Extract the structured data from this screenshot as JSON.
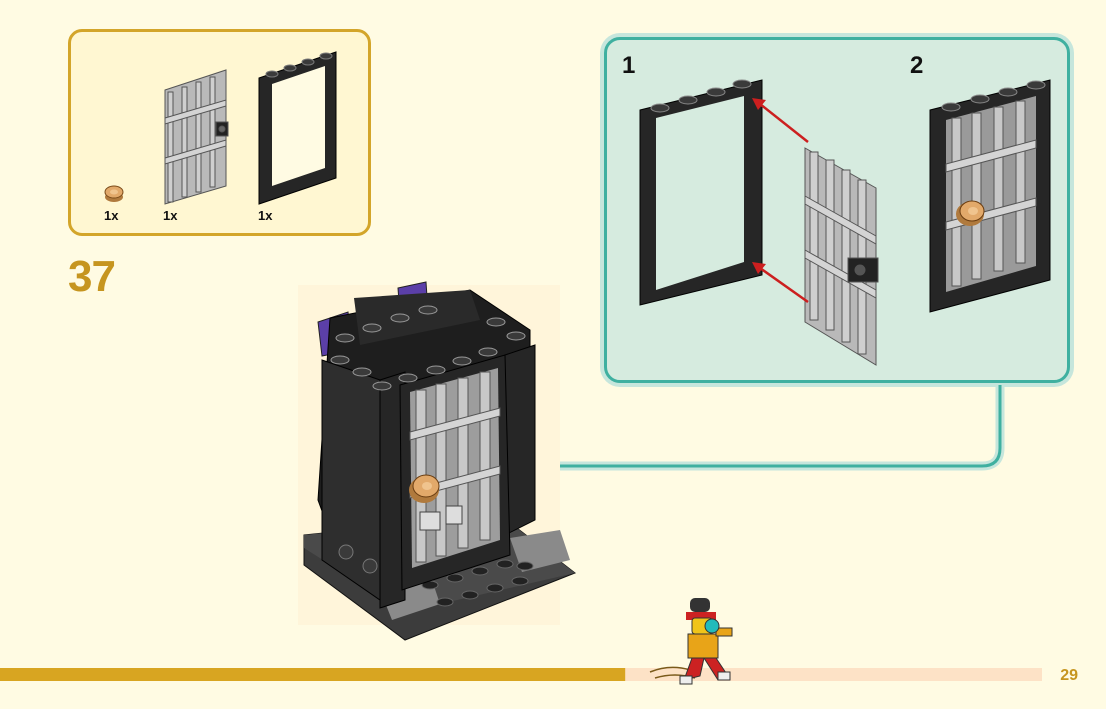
{
  "step": {
    "number": "37"
  },
  "parts_list": [
    {
      "quantity": "1x",
      "icon": "round-tile-tan-icon"
    },
    {
      "quantity": "1x",
      "icon": "gate-bars-icon"
    },
    {
      "quantity": "1x",
      "icon": "door-frame-icon"
    }
  ],
  "substeps": [
    {
      "label": "1"
    },
    {
      "label": "2"
    }
  ],
  "page": {
    "number": "29"
  },
  "colors": {
    "background": "#fffbe3",
    "parts_border": "#d3a52a",
    "accent_gold": "#c6951f",
    "substep_border": "#3fb0a0",
    "substep_fill": "#d6ebdf",
    "arrow_red": "#cc1f1f",
    "progress_bar": "#d8a521",
    "progress_track": "#fde2c6"
  },
  "progress": {
    "fraction": 0.6
  }
}
